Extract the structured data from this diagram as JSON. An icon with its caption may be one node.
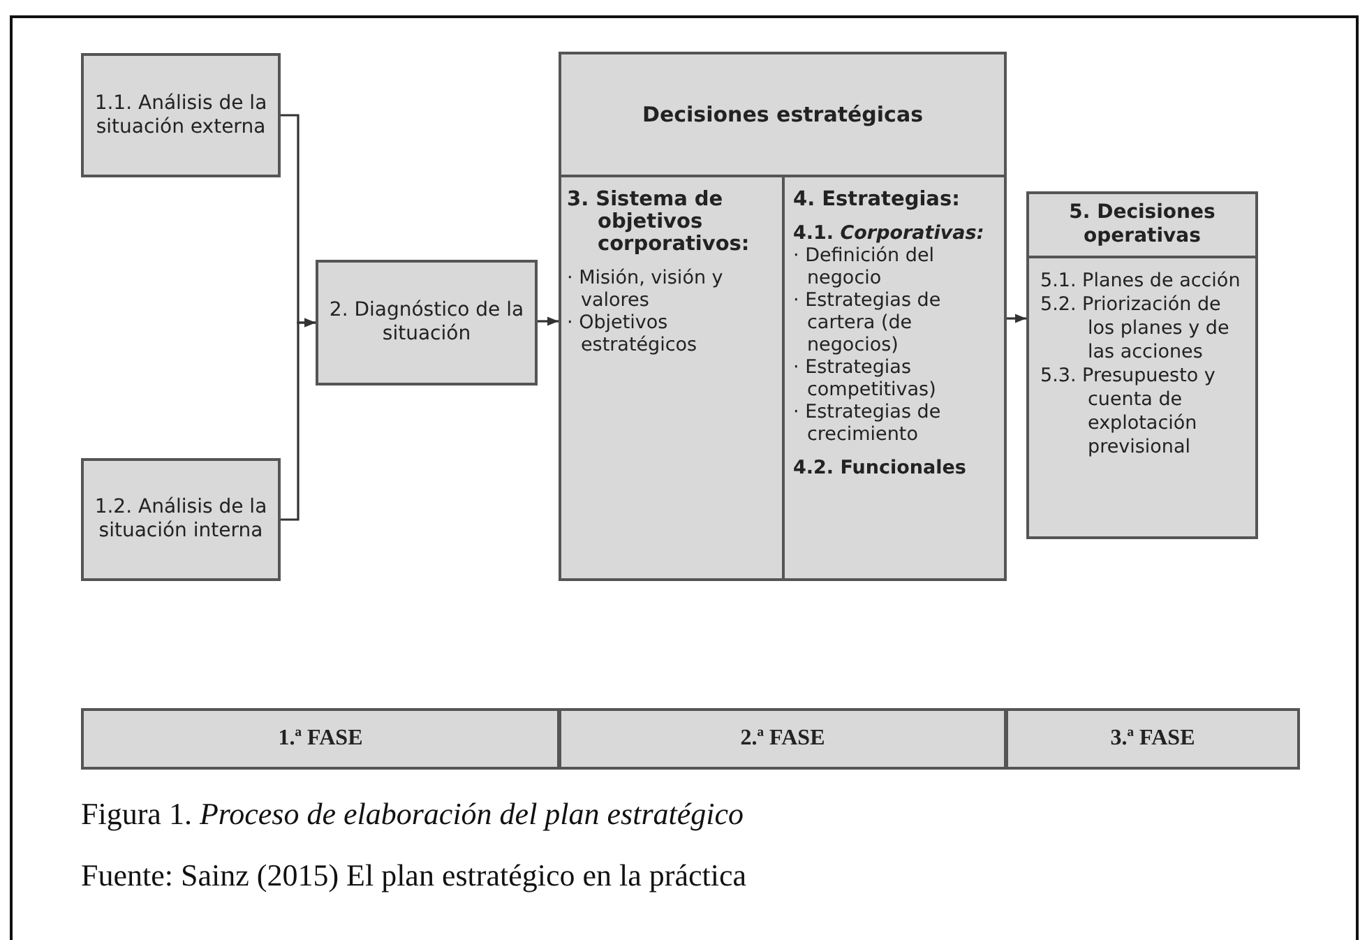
{
  "diagram": {
    "caption": "Figura 1. *Proceso de elaboración del plan estratégico*",
    "nodes": [
      {
        "text": [
          "1.1. Análisis de la situación externa"
        ]
      },
      {
        "text": [
          "1.2. Análisis de la situación interna"
        ]
      },
      {
        "text": [
          "2. Diagnóstico de la situación"
        ]
      },
      {
        "text": [
          "Decisiones estratégicas"
        ]
      },
      {
        "text": [
          "3. Sistema de objetivos corporativos:",
          "· Misión, visión y valores",
          "· Objetivos estratégicos"
        ],
        "in": 3
      },
      {
        "text": [
          "4. Estrategias:",
          "4.1. *Corporativas:*",
          "· Definición del negocio",
          "· Estrategias de cartera (de negocios)",
          "· Estrategias competitivas)",
          "· Estrategias de crecimiento",
          "4.2. Funcionales"
        ],
        "in": 3
      },
      {
        "text": [
          "5. Decisiones operativas",
          "5.1. Planes de acción",
          "5.2. Priorización de los planes y de las acciones",
          "5.3. Presupuesto y cuenta de explotación previsional"
        ]
      },
      {
        "text": [
          "1.ª FASE"
        ]
      },
      {
        "text": [
          "2.ª FASE"
        ]
      },
      {
        "text": [
          "3.ª FASE"
        ]
      }
    ],
    "edges": [
      {
        "from": 0,
        "to": 2,
        "arrow": "to"
      },
      {
        "from": 1,
        "to": 2,
        "arrow": "to"
      },
      {
        "from": 2,
        "to": 4,
        "arrow": "to"
      },
      {
        "from": 5,
        "to": 6,
        "arrow": "to"
      }
    ],
    "labels": [
      "Fuente: Sainz (2015) El plan estratégico en la práctica"
    ]
  }
}
